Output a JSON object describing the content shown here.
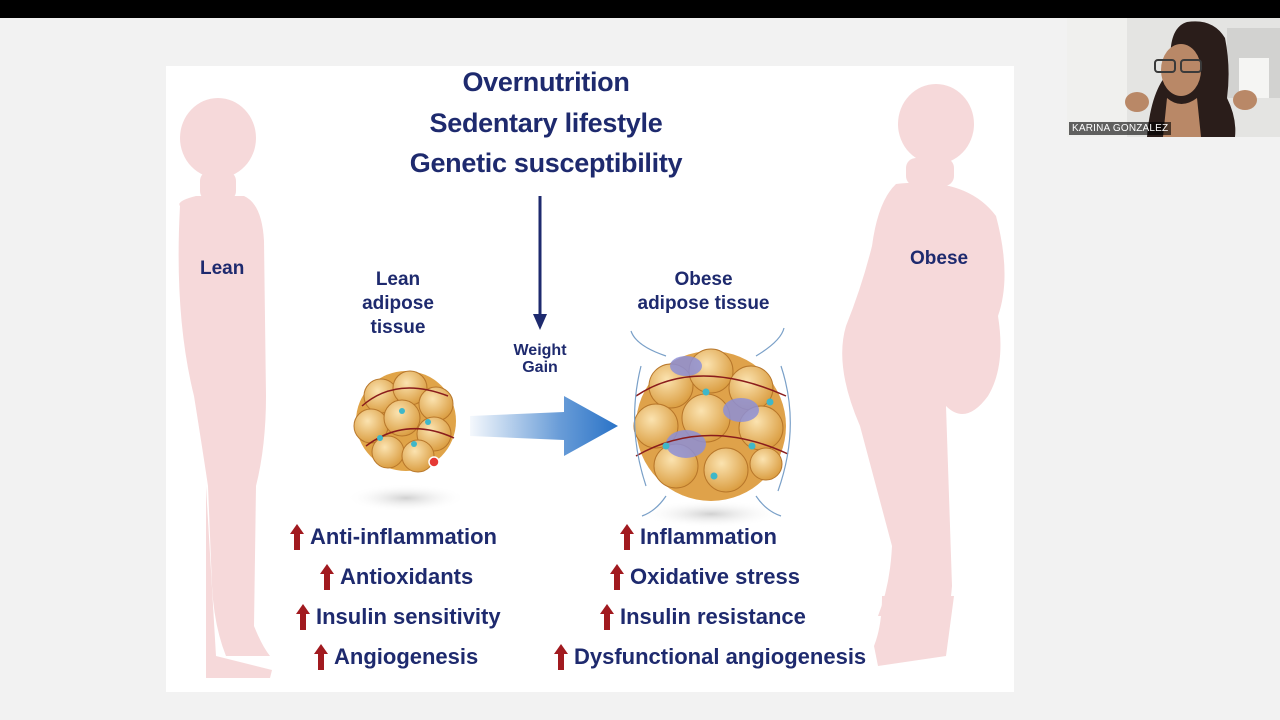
{
  "webcam": {
    "participant_name": "KARINA GONZALEZ"
  },
  "slide": {
    "causes": [
      "Overnutrition",
      "Sedentary lifestyle",
      "Genetic susceptibility"
    ],
    "lean_label": "Lean",
    "obese_label": "Obese",
    "lean_tissue_label": "Lean adipose tissue",
    "obese_tissue_label": "Obese adipose tissue",
    "weight_gain_label": "Weight Gain",
    "lean_effects": [
      "Anti-inflammation",
      "Antioxidants",
      "Insulin sensitivity",
      "Angiogenesis"
    ],
    "obese_effects": [
      "Inflammation",
      "Oxidative stress",
      "Insulin resistance",
      "Dysfunctional angiogenesis"
    ],
    "colors": {
      "text": "#1e2a6e",
      "silhouette": "#f6d9da",
      "arrow_blue": "#2a73c7",
      "up_arrow_red": "#a11a1f",
      "fat_cell": "#e8b55a"
    }
  }
}
